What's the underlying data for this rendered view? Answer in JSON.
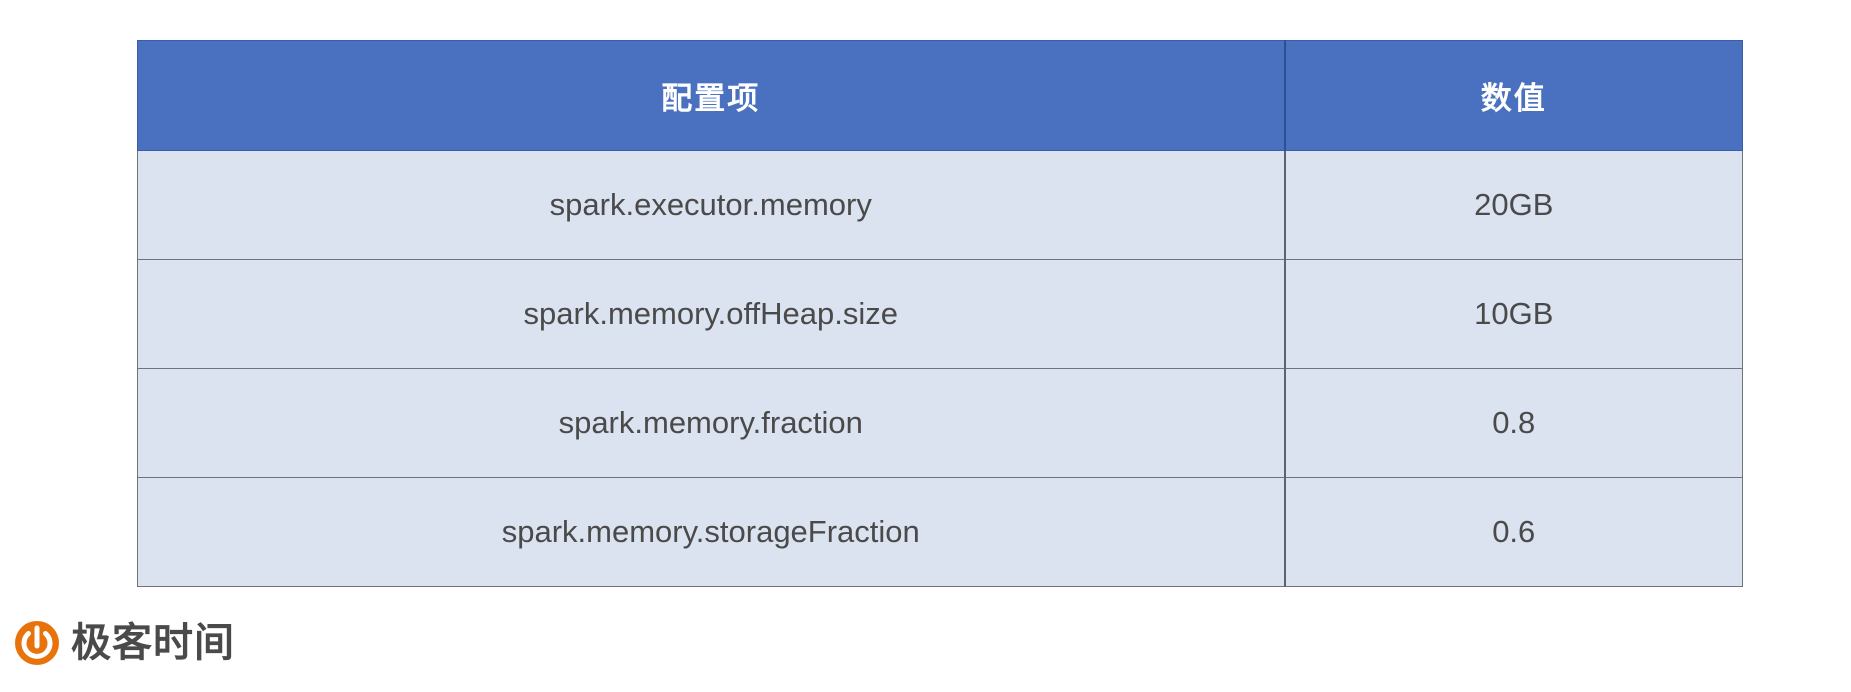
{
  "table": {
    "headers": [
      "配置项",
      "数值"
    ],
    "rows": [
      {
        "key": "spark.executor.memory",
        "value": "20GB"
      },
      {
        "key": "spark.memory.offHeap.size",
        "value": "10GB"
      },
      {
        "key": "spark.memory.fraction",
        "value": "0.8"
      },
      {
        "key": "spark.memory.storageFraction",
        "value": "0.6"
      }
    ]
  },
  "footer": {
    "brand": "极客时间",
    "logo_icon": "geektime-logo-icon",
    "accent_color": "#e8730b"
  },
  "colors": {
    "header_bg": "#4a71c0",
    "header_text": "#ffffff",
    "row_bg": "#dbe2f0",
    "row_text": "#4a4a4a",
    "border": "#6f737a",
    "page_bg": "#ffffff"
  }
}
